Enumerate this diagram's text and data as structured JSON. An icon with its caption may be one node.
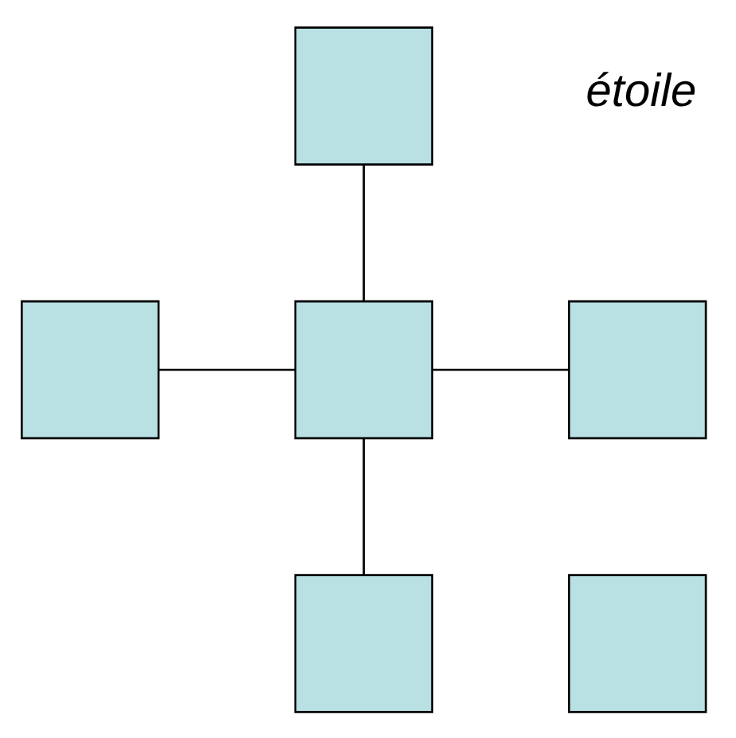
{
  "diagram": {
    "nodes": [
      {
        "text": [],
        "shape": "box"
      },
      {
        "text": [],
        "shape": "box"
      },
      {
        "text": [],
        "shape": "box"
      },
      {
        "text": [],
        "shape": "box"
      },
      {
        "text": [],
        "shape": "box"
      },
      {
        "text": [],
        "shape": "box"
      }
    ],
    "edges": [
      {
        "from": 0,
        "to": 2,
        "arrow": "none"
      },
      {
        "from": 1,
        "to": 2,
        "arrow": "none"
      },
      {
        "from": 2,
        "to": 3,
        "arrow": "none"
      },
      {
        "from": 2,
        "to": 4,
        "arrow": "none"
      }
    ],
    "labels": [
      "étoile"
    ]
  }
}
